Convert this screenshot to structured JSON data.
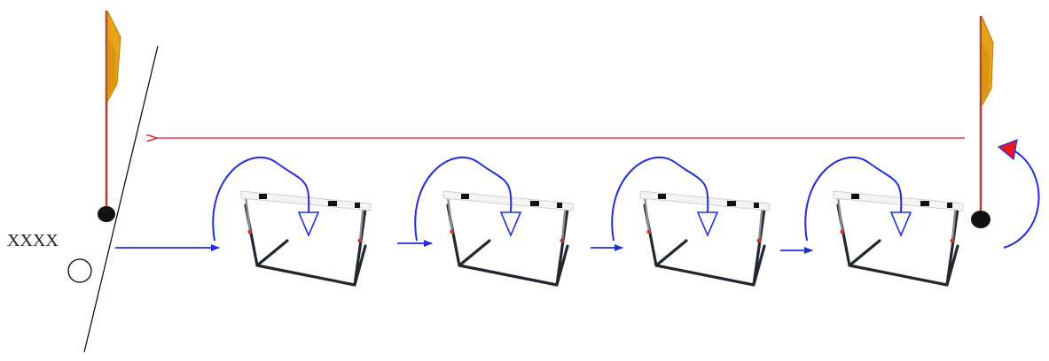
{
  "diagram": {
    "player_label": "XXXX",
    "colors": {
      "return_arrow": "#e8191e",
      "jump_arrow": "#1f2ee0",
      "flag": "#e8a418",
      "flag_dark": "#b97a0c",
      "pole": "#c0392b",
      "base": "#111111",
      "hurdle_frame": "#22262e",
      "hurdle_bar": "#f4f4f4",
      "line": "#000000"
    },
    "elements": {
      "start_flag": "start-flag-icon",
      "end_flag": "end-flag-icon",
      "hurdle": "hurdle-icon",
      "start_marker": "circle-marker-icon"
    },
    "hurdles": [
      1,
      2,
      3,
      4
    ]
  }
}
